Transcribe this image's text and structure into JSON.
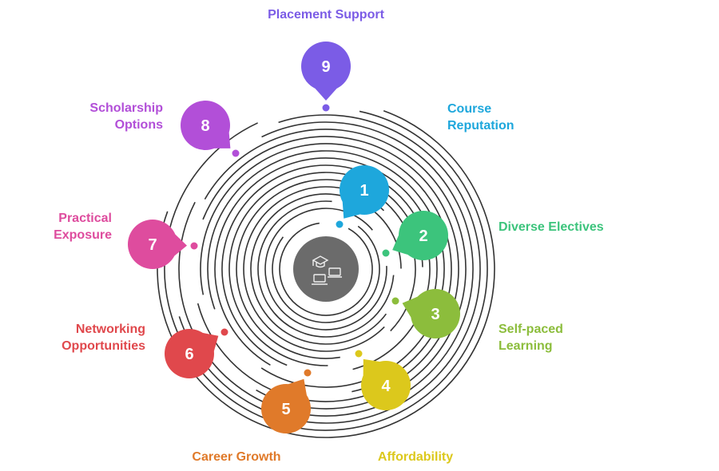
{
  "center_icon": "graduation-cap-laptops-icon",
  "steps": [
    {
      "number": "1",
      "label": "Course\nReputation",
      "color": "#1ea7dc"
    },
    {
      "number": "2",
      "label": "Diverse Electives",
      "color": "#3cc47c"
    },
    {
      "number": "3",
      "label": "Self-paced\nLearning",
      "color": "#8cbd3c"
    },
    {
      "number": "4",
      "label": "Affordability",
      "color": "#dcc81c"
    },
    {
      "number": "5",
      "label": "Career Growth",
      "color": "#e07a2a"
    },
    {
      "number": "6",
      "label": "Networking\nOpportunities",
      "color": "#e0484c"
    },
    {
      "number": "7",
      "label": "Practical\nExposure",
      "color": "#de4c9e"
    },
    {
      "number": "8",
      "label": "Scholarship\nOptions",
      "color": "#b24fd8"
    },
    {
      "number": "9",
      "label": "Placement Support",
      "color": "#7b5ce6"
    }
  ]
}
